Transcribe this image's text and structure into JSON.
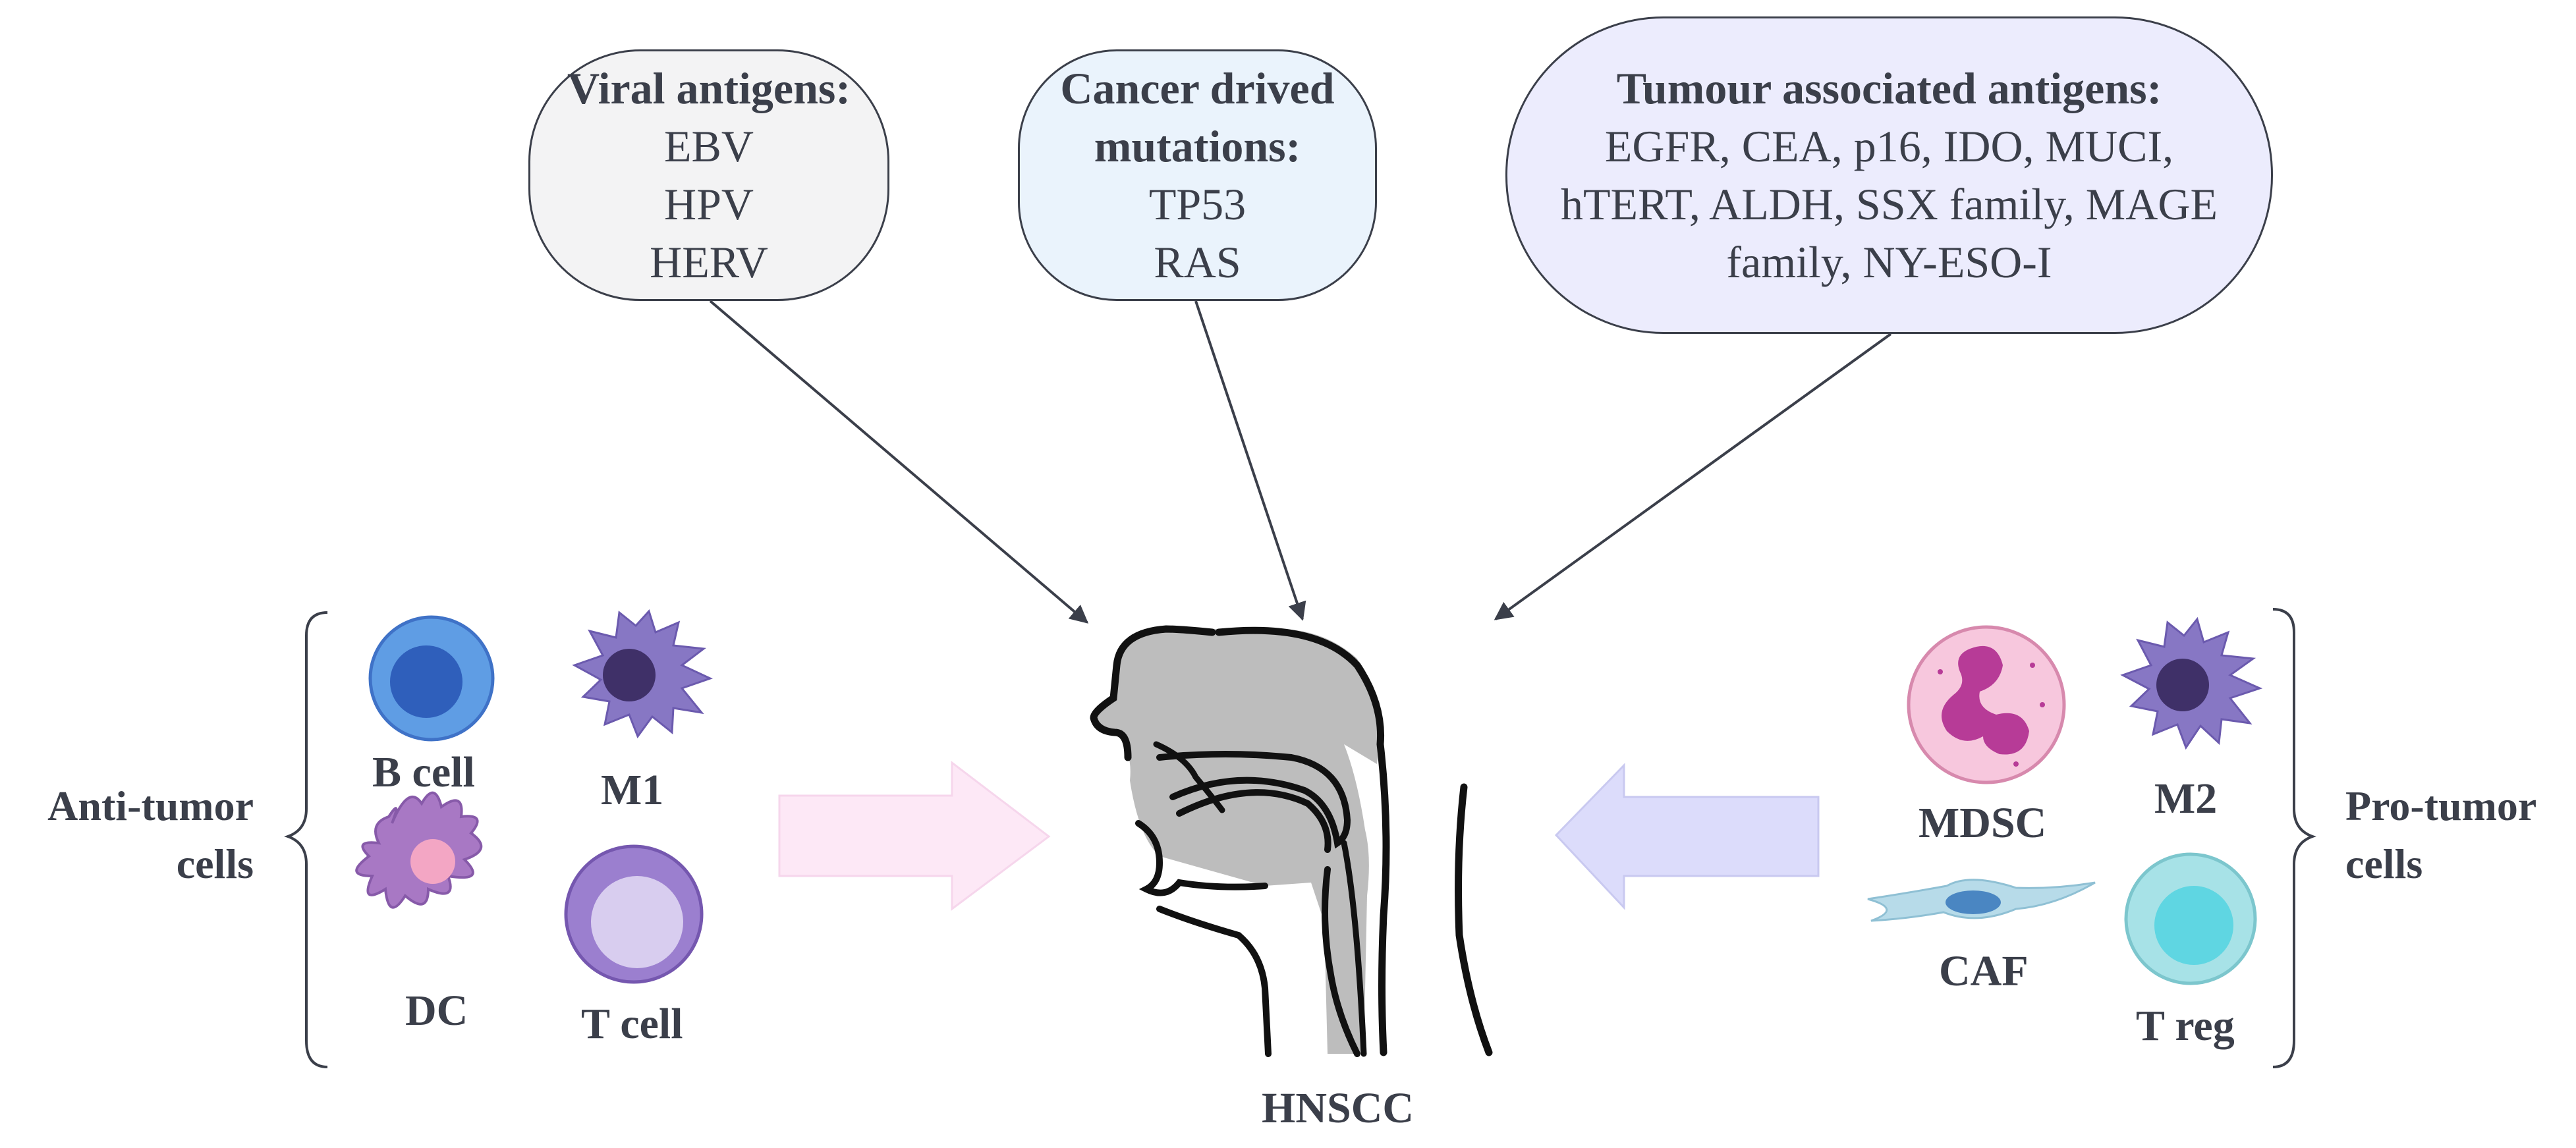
{
  "bubbles": {
    "viral": {
      "title": "Viral antigens:",
      "items": [
        "EBV",
        "HPV",
        "HERV"
      ]
    },
    "cancer": {
      "title_line1": "Cancer drived",
      "title_line2": "mutations:",
      "items": [
        "TP53",
        "RAS"
      ]
    },
    "tumour": {
      "title": "Tumour associated antigens:",
      "lines": [
        "EGFR, CEA, p16, IDO, MUCI,",
        "hTERT, ALDH, SSX family, MAGE",
        "family, NY-ESO-I"
      ]
    }
  },
  "groups": {
    "anti_line1": "Anti-tumor",
    "anti_line2": "cells",
    "pro_line1": "Pro-tumor",
    "pro_line2": "cells"
  },
  "cells": {
    "b_cell": "B cell",
    "m1": "M1",
    "dc": "DC",
    "t_cell": "T cell",
    "mdsc": "MDSC",
    "m2": "M2",
    "caf": "CAF",
    "t_reg": "T reg"
  },
  "center_label": "HNSCC",
  "colors": {
    "text": "#3b3f4a",
    "pink_arrow": "#fde8f6",
    "blue_arrow": "#dcdcfb",
    "head_fill": "#bdbdbd"
  }
}
